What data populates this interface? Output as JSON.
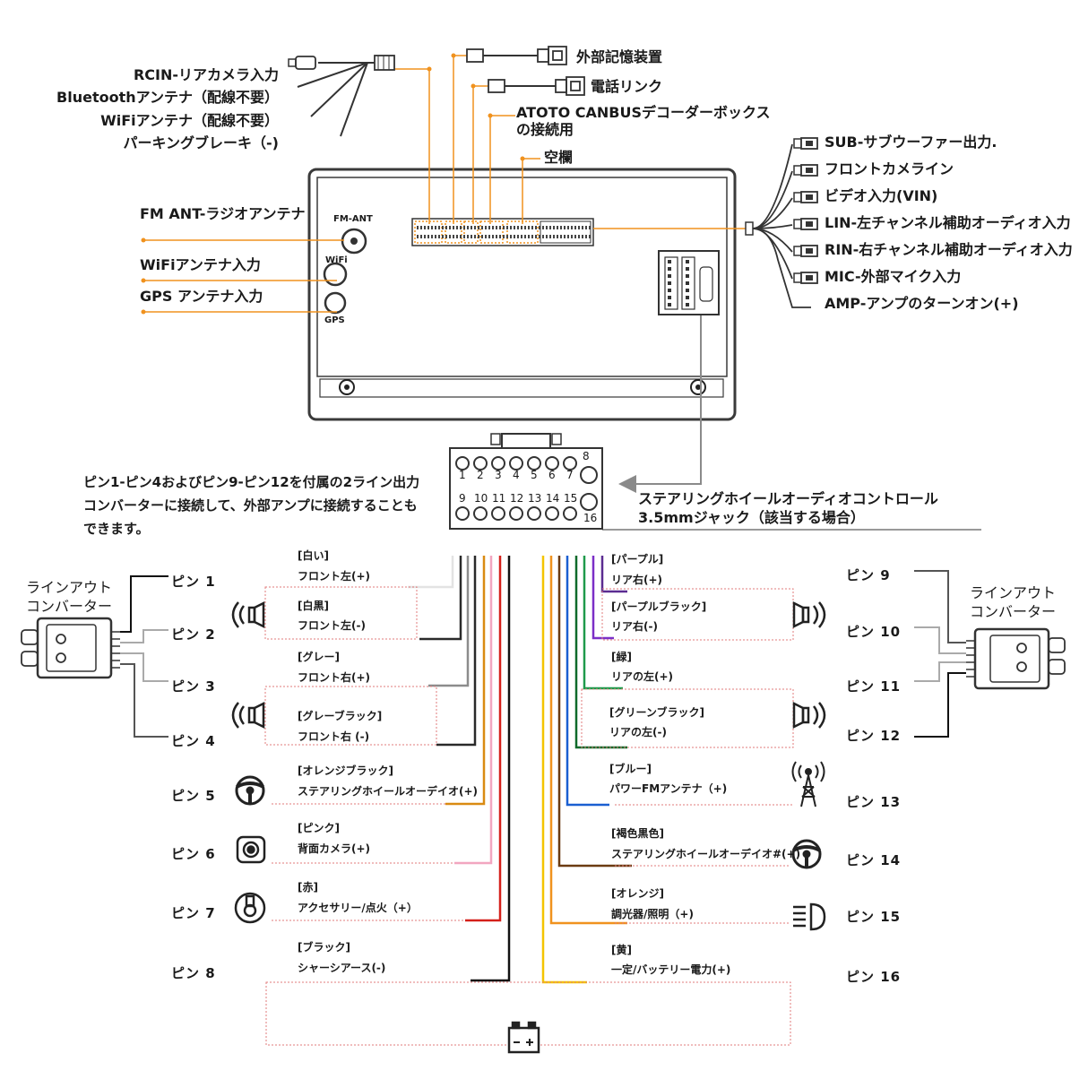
{
  "top_left_connectors": [
    "RCIN-リアカメラ入力",
    "Bluetoothアンテナ（配線不要）",
    "WiFiアンテナ（配線不要）",
    "パーキングブレーキ（-)"
  ],
  "top_connectors": {
    "external_storage": "外部記憶装置",
    "phone_link": "電話リンク",
    "canbus_line1": "ATOTO CANBUSデコーダーボックス",
    "canbus_line2": "の接続用",
    "blank": "空欄"
  },
  "left_antennas": {
    "fm": "FM ANT-ラジオアンテナ",
    "wifi": "WiFiアンテナ入力",
    "gps": "GPS アンテナ入力"
  },
  "unit_labels": {
    "fm_ant": "FM-ANT",
    "wifi": "WiFi",
    "gps": "GPS"
  },
  "right_outputs": [
    "SUB-サブウーファー出力.",
    "フロントカメライン",
    "ビデオ入力(VIN)",
    "LIN-左チャンネル補助オーディオ入力",
    "RIN-右チャンネル補助オーディオ入力",
    "MIC-外部マイク入力",
    "AMP-アンプのターンオン(+)"
  ],
  "connector_numbers": {
    "top_row": [
      "1",
      "2",
      "3",
      "4",
      "5",
      "6",
      "7"
    ],
    "top_extra": "8",
    "bottom_row": [
      "9",
      "10",
      "11",
      "12",
      "13",
      "14",
      "15"
    ],
    "bottom_extra": "16"
  },
  "steering_jack": {
    "line1": "ステアリングホイールオーディオコントロール",
    "line2": "3.5mmジャック（該当する場合）"
  },
  "note": "ピン1-ピン4およびピン9-ピン12を付属の2ライン出力コンバーターに接続して、外部アンプに接続することもできます。",
  "line_out_converter": "ラインアウトコンバーター",
  "left_pins": [
    "ピン 1",
    "ピン 2",
    "ピン 3",
    "ピン 4",
    "ピン 5",
    "ピン 6",
    "ピン 7",
    "ピン 8"
  ],
  "right_pins": [
    "ピン 9",
    "ピン 10",
    "ピン 11",
    "ピン 12",
    "ピン 13",
    "ピン 14",
    "ピン 15",
    "ピン 16"
  ],
  "left_wires": [
    {
      "color_name": "[白い]",
      "func": "フロント左(+)",
      "hex": "#e3e3e3"
    },
    {
      "color_name": "[白黒]",
      "func": "フロント左(-)",
      "hex": "#2a2a2a"
    },
    {
      "color_name": "[グレー]",
      "func": "フロント右(+)",
      "hex": "#8c8c8c"
    },
    {
      "color_name": "[グレーブラック]",
      "func": "フロント右 (-)",
      "hex": "#2a2a2a"
    },
    {
      "color_name": "[オレンジブラック]",
      "func": "ステアリングホイールオーデイオ(+)",
      "hex": "#d98a12"
    },
    {
      "color_name": "[ピンク]",
      "func": "背面カメラ(+)",
      "hex": "#f2a6c0"
    },
    {
      "color_name": "[赤]",
      "func": "アクセサリー/点火（+）",
      "hex": "#d4201a"
    },
    {
      "color_name": "[ブラック]",
      "func": "シャーシアース(-)",
      "hex": "#111111"
    }
  ],
  "right_wires": [
    {
      "color_name": "[パープル]",
      "func": "リア右(+)",
      "hex": "#5b2c91"
    },
    {
      "color_name": "[パープルブラック]",
      "func": "リア右(-)",
      "hex": "#7b2fc7"
    },
    {
      "color_name": "[緑]",
      "func": "リアの左(+)",
      "hex": "#1f9a4b"
    },
    {
      "color_name": "[グリーンブラック]",
      "func": "リアの左(-)",
      "hex": "#0f6a2a"
    },
    {
      "color_name": "[ブルー]",
      "func": "パワーFMアンテナ（+)",
      "hex": "#1a5fd1"
    },
    {
      "color_name": "[褐色黒色]",
      "func": "ステアリングホイールオーデイオ#(+)",
      "hex": "#6b3b12"
    },
    {
      "color_name": "[オレンジ]",
      "func": "調光器/照明（+)",
      "hex": "#f0921e"
    },
    {
      "color_name": "[黄]",
      "func": "一定/バッテリー電力(+)",
      "hex": "#f4c400"
    }
  ],
  "colors": {
    "accent": "#f0921e",
    "outline": "#3a3a3a",
    "dashed_box": "#e27b7b",
    "gray_wire": "#8a8a8a"
  },
  "icons": [
    "speaker-icon",
    "steering-wheel-icon",
    "camera-icon",
    "ignition-key-icon",
    "antenna-tower-icon",
    "headlight-icon",
    "battery-icon",
    "usb-plug-icon",
    "rca-plug-icon"
  ]
}
